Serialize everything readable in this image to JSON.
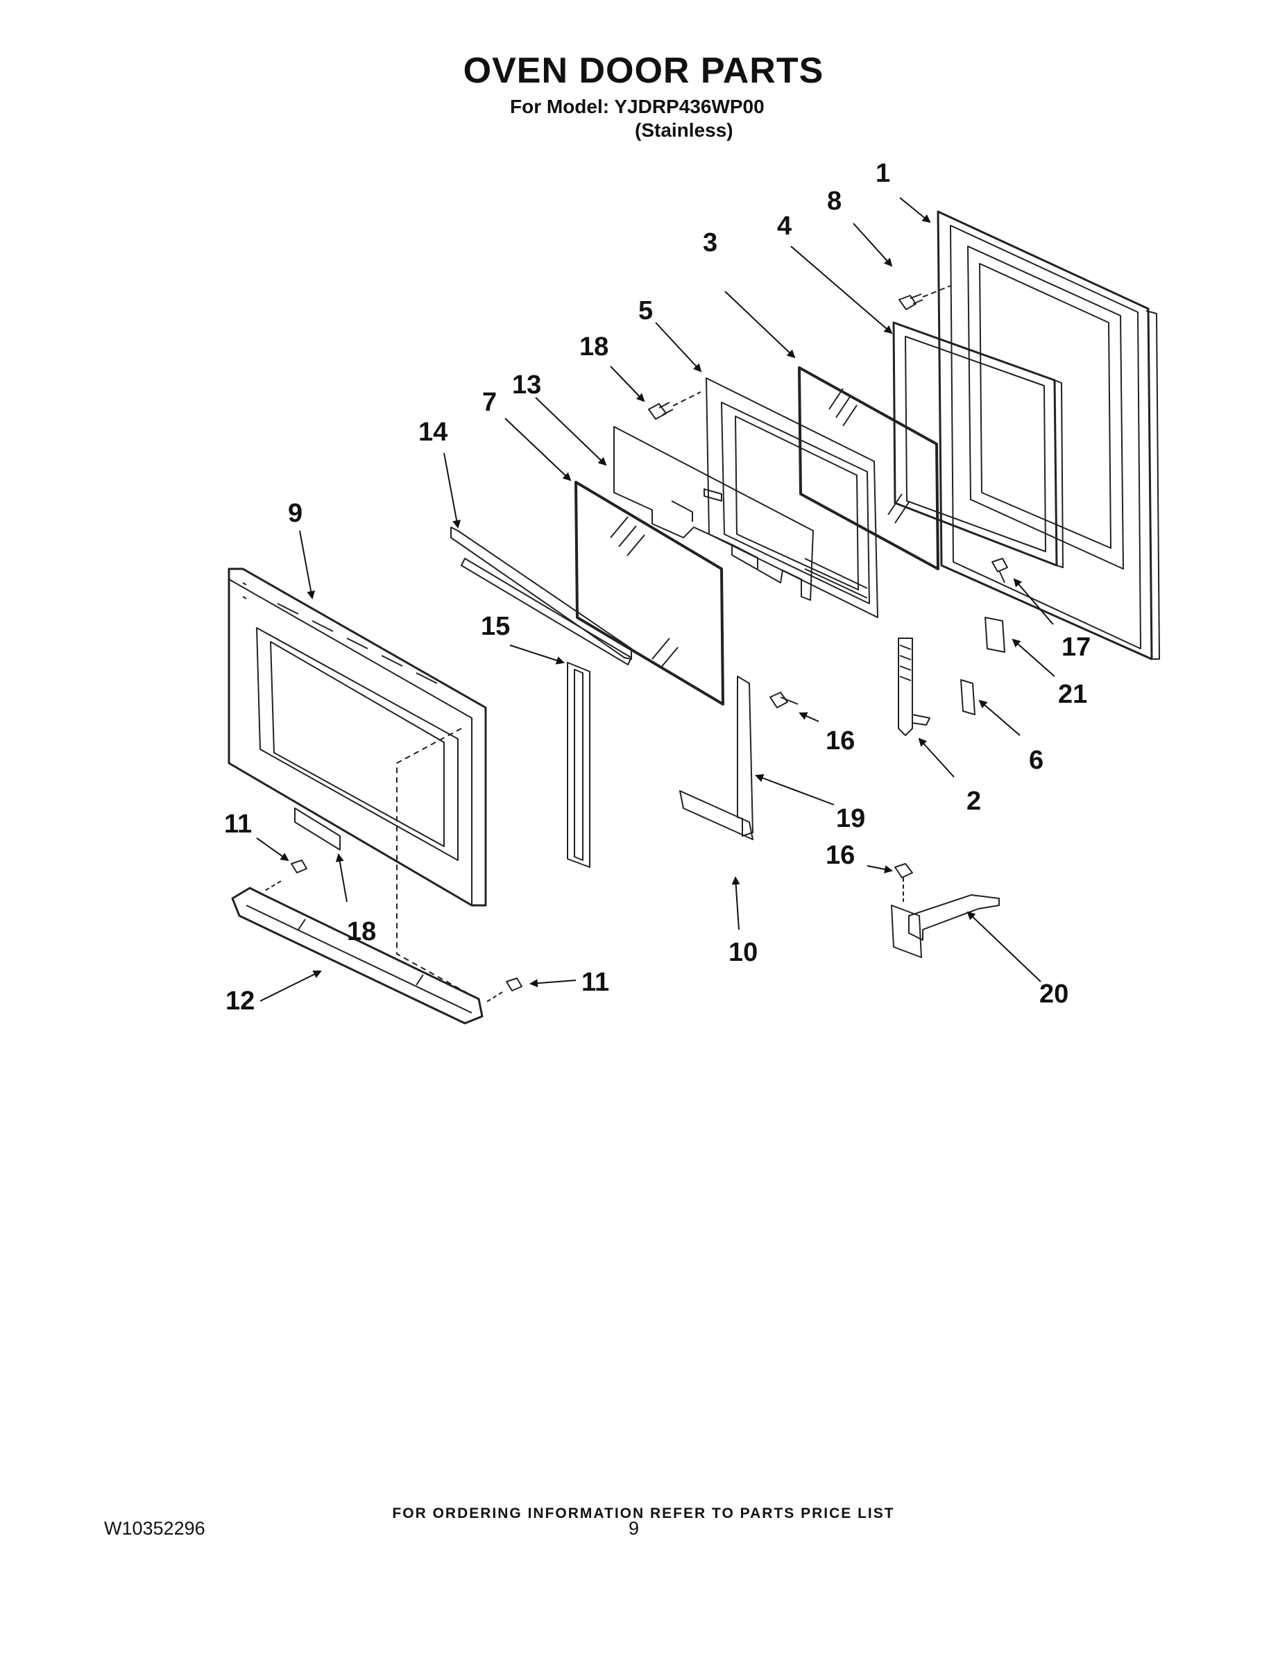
{
  "header": {
    "title": "OVEN DOOR PARTS",
    "subtitle": "For Model: YJDRP436WP00",
    "variant": "(Stainless)"
  },
  "callouts": [
    "1",
    "8",
    "4",
    "3",
    "5",
    "18",
    "13",
    "7",
    "14",
    "9",
    "17",
    "21",
    "6",
    "15",
    "16",
    "2",
    "19",
    "11",
    "18",
    "16",
    "10",
    "20",
    "11",
    "12"
  ],
  "footer": {
    "note": "FOR ORDERING INFORMATION REFER TO PARTS PRICE LIST",
    "doc_number": "W10352296",
    "page_number": "9"
  }
}
